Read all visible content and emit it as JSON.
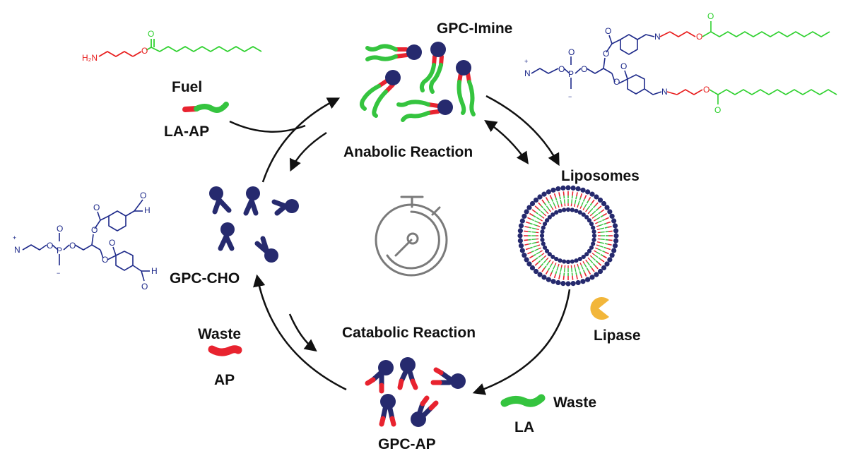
{
  "colors": {
    "head": "#262a6e",
    "tail_green": "#35c43f",
    "tail_red": "#e8232f",
    "structure_blue": "#1e2a8a",
    "structure_green": "#2fd12f",
    "structure_red": "#e81c1c",
    "arrow": "#111111",
    "timer": "#7a7a7a",
    "lipase": "#f2b63a"
  },
  "labels": {
    "gpc_imine": "GPC-Imine",
    "fuel": "Fuel",
    "la_ap": "LA-AP",
    "anabolic": "Anabolic Reaction",
    "liposomes": "Liposomes",
    "gpc_cho": "GPC-CHO",
    "catabolic": "Catabolic Reaction",
    "lipase": "Lipase",
    "waste_left": "Waste",
    "ap": "AP",
    "waste_right": "Waste",
    "la": "LA",
    "gpc_ap": "GPC-AP"
  },
  "chem": {
    "h2n": "H₂N",
    "o": "O",
    "n": "N",
    "p": "P",
    "h": "H",
    "n_plus": "N",
    "plus": "+",
    "minus": "−"
  },
  "icons": [
    "stopwatch-icon",
    "lipase-pacman-icon",
    "liposome-icon"
  ]
}
